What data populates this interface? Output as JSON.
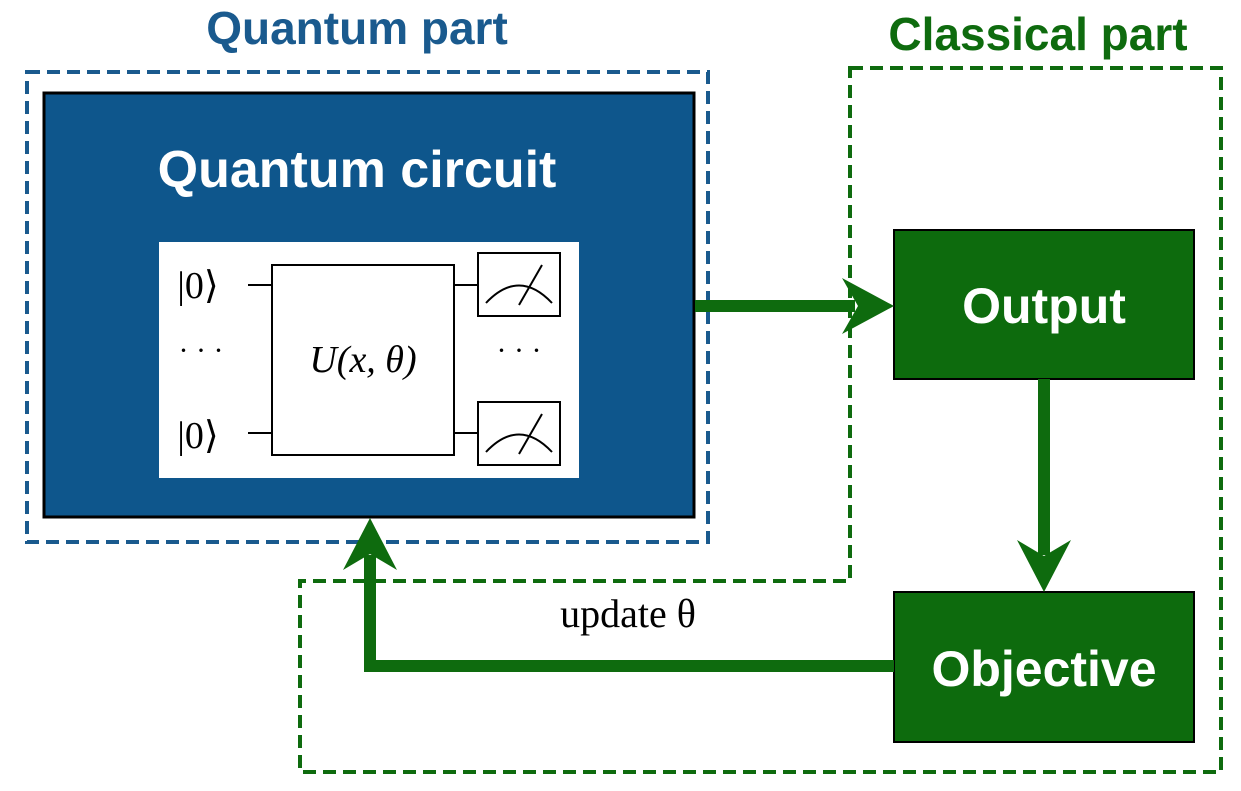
{
  "quantum_part": {
    "title": "Quantum part",
    "color": "#1A5A8E",
    "box_fill": "#0E568C",
    "circuit_title": "Quantum circuit",
    "circuit": {
      "top_ket": "|0⟩",
      "dots_left": "· · ·",
      "bottom_ket": "|0⟩",
      "unitary": "U(x, θ)",
      "dots_right": "· · ·"
    }
  },
  "classical_part": {
    "title": "Classical part",
    "color": "#0E6B0E",
    "box_fill": "#0D6B0D",
    "output_label": "Output",
    "objective_label": "Objective"
  },
  "feedback_label": "update θ"
}
